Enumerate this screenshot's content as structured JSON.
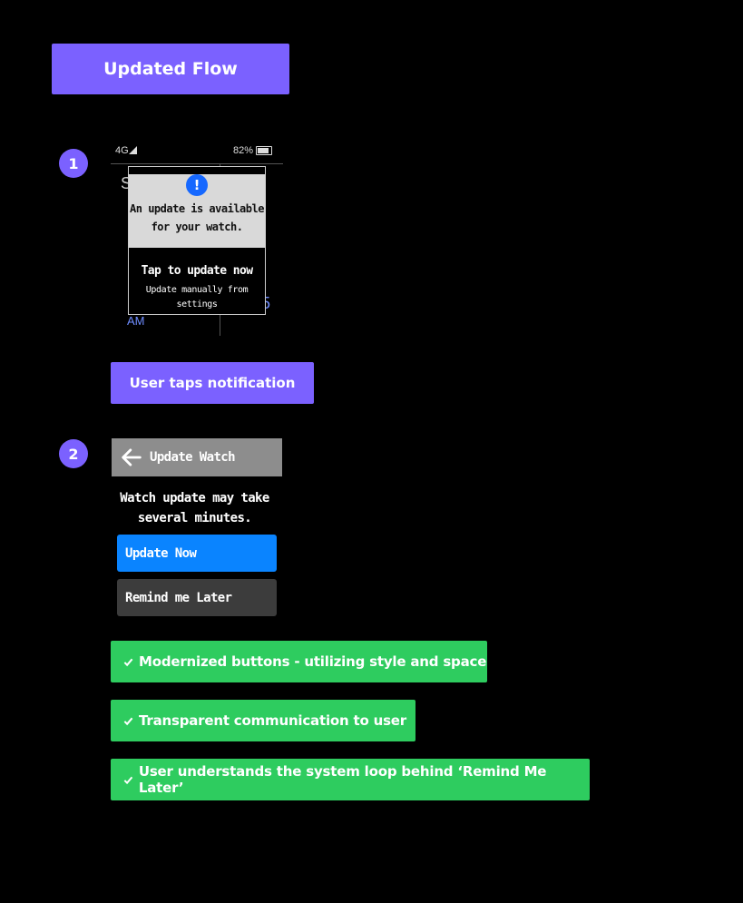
{
  "header": {
    "title": "Updated Flow"
  },
  "steps": [
    "1",
    "2"
  ],
  "watch1": {
    "signal": "4G",
    "battery": "82%",
    "bg_letter": "S",
    "bg_digit": "5",
    "bg_ampm": "AM",
    "notification": {
      "icon_glyph": "!",
      "title_line1": "An update is available",
      "title_line2": "for your watch.",
      "action": "Tap to update now",
      "sub_line1": "Update manually from",
      "sub_line2": "settings"
    }
  },
  "transition_label": "User taps notification",
  "watch2": {
    "title": "Update Watch",
    "message_line1": "Watch update may take",
    "message_line2": "several minutes.",
    "update_now": "Update Now",
    "remind_later": "Remind me Later"
  },
  "notes": [
    "Modernized buttons - utilizing style and space",
    "Transparent communication to user",
    "User understands the system loop behind ‘Remind Me Later’"
  ],
  "colors": {
    "accent": "#7b61ff",
    "primary_button": "#0a84ff",
    "secondary_button": "#3c3c3c",
    "success": "#2ecc5f",
    "alert_icon": "#1668ff"
  }
}
